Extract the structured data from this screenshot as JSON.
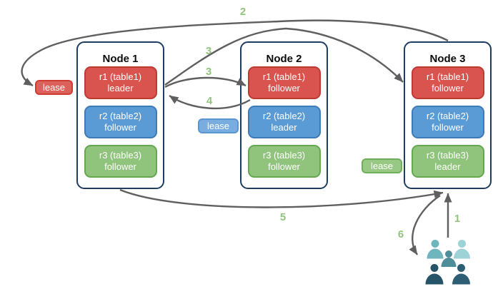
{
  "nodes": [
    {
      "title": "Node 1",
      "replicas": [
        {
          "line1": "r1 (table1)",
          "line2": "leader",
          "color": "red"
        },
        {
          "line1": "r2 (table2)",
          "line2": "follower",
          "color": "blue"
        },
        {
          "line1": "r3 (table3)",
          "line2": "follower",
          "color": "green"
        }
      ]
    },
    {
      "title": "Node 2",
      "replicas": [
        {
          "line1": "r1 (table1)",
          "line2": "follower",
          "color": "red"
        },
        {
          "line1": "r2 (table2)",
          "line2": "leader",
          "color": "blue"
        },
        {
          "line1": "r3 (table3)",
          "line2": "follower",
          "color": "green"
        }
      ]
    },
    {
      "title": "Node 3",
      "replicas": [
        {
          "line1": "r1 (table1)",
          "line2": "follower",
          "color": "red"
        },
        {
          "line1": "r2 (table2)",
          "line2": "follower",
          "color": "blue"
        },
        {
          "line1": "r3 (table3)",
          "line2": "leader",
          "color": "green"
        }
      ]
    }
  ],
  "leases": [
    {
      "label": "lease",
      "color": "red"
    },
    {
      "label": "lease",
      "color": "blue"
    },
    {
      "label": "lease",
      "color": "green"
    }
  ],
  "steps": {
    "s1": "1",
    "s2": "2",
    "s3a": "3",
    "s3b": "3",
    "s4": "4",
    "s5": "5",
    "s6": "6"
  },
  "icons": {
    "clients": "people-group-icon"
  },
  "colors": {
    "replica_red_fill": "#d9534f",
    "replica_red_border": "#c03a34",
    "replica_blue_fill": "#5b9bd5",
    "replica_blue_border": "#3d7ab8",
    "replica_green_fill": "#90c37c",
    "replica_green_border": "#64a850",
    "node_border": "#1f3d60",
    "arrow_gray": "#5f5f5f",
    "step_green": "#93c47d",
    "client_teal_light": "#9dd2d6",
    "client_teal": "#6fb5bd",
    "client_teal_dark": "#4e8e99",
    "client_navy": "#255468",
    "client_navy_light": "#2d5e74"
  }
}
